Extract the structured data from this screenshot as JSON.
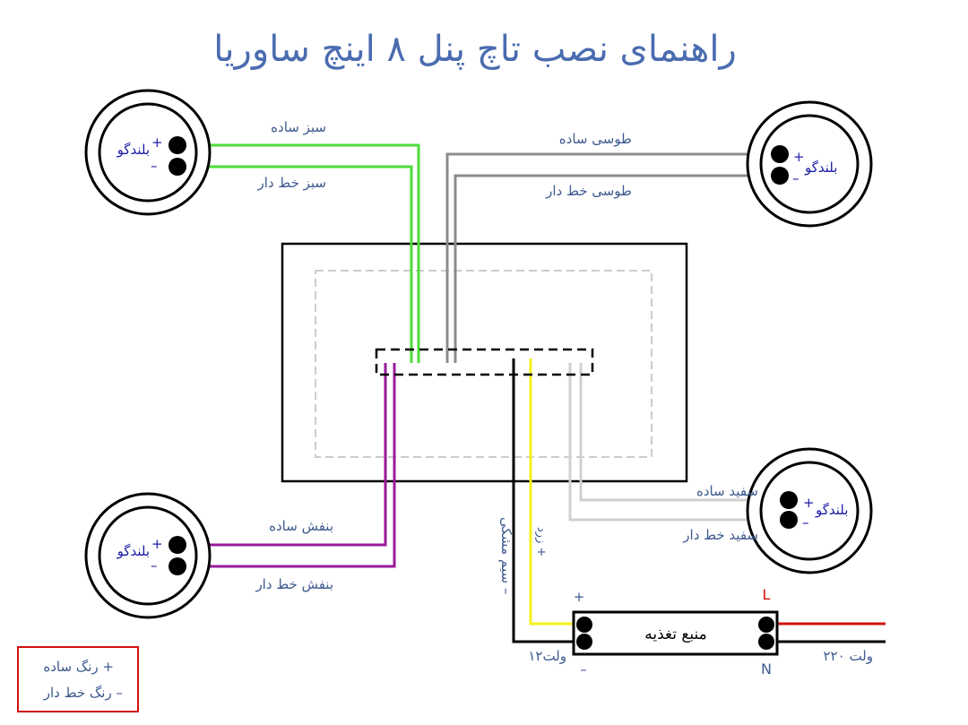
{
  "title": "راهنمای نصب تاچ پنل ۸ اینچ ساوریا",
  "speaker_label": "بلندگو",
  "plus": "+",
  "minus": "–",
  "wires": {
    "green_plain": "سبز ساده",
    "green_striped": "سبز خط دار",
    "gray_plain": "طوسی ساده",
    "gray_striped": "طوسی خط دار",
    "purple_plain": "بنفش ساده",
    "purple_striped": "بنفش خط دار",
    "white_plain": "سفید ساده",
    "white_striped": "سفید خط دار",
    "black": "سیم مشکی –",
    "yellow": "زرد +"
  },
  "power_supply": {
    "label": "منبع تغذیه",
    "plus": "+",
    "minus": "–",
    "L": "L",
    "N": "N",
    "dc_voltage": "۱۲ولت",
    "ac_voltage": "۲۲۰ ولت"
  },
  "legend": {
    "plain": "رنگ ساده +",
    "striped": "رنگ خط دار –"
  },
  "colors": {
    "green": "#4ddc3a",
    "gray": "#8c8c8c",
    "purple": "#9a1a9a",
    "white": "#d0d0d0",
    "yellow": "#f5f01e",
    "red": "#d01010",
    "black": "#000000"
  }
}
